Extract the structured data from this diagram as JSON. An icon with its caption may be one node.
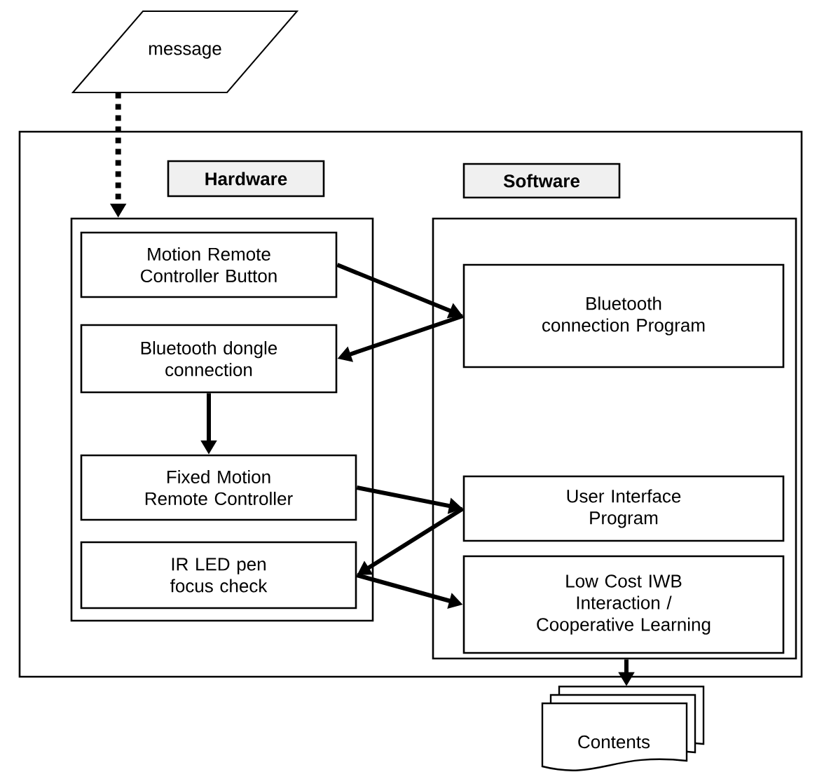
{
  "diagram": {
    "nodes": [
      {
        "text": [
          "message"
        ]
      },
      {
        "text": [],
        "shape": "box"
      },
      {
        "text": [
          "Hardware"
        ],
        "in": 1
      },
      {
        "text": [
          "Software"
        ],
        "in": 1
      },
      {
        "text": [],
        "shape": "box",
        "in": 1
      },
      {
        "text": [
          "Motion Remote Controller Button"
        ],
        "in": 4
      },
      {
        "text": [
          "Bluetooth dongle connection"
        ],
        "in": 4
      },
      {
        "text": [
          "Fixed Motion Remote Controller"
        ],
        "in": 4
      },
      {
        "text": [
          "IR LED pen focus check"
        ],
        "in": 4
      },
      {
        "text": [],
        "shape": "box",
        "in": 1
      },
      {
        "text": [
          "Bluetooth connection Program"
        ],
        "in": 9
      },
      {
        "text": [
          "User Interface Program"
        ],
        "in": 9
      },
      {
        "text": [
          "Low Cost IWB Interaction / Cooperative Learning"
        ],
        "in": 9
      },
      {
        "text": [
          "Contents"
        ]
      }
    ],
    "edges": [
      {
        "from": 0,
        "to": 4,
        "arrow": "to",
        "style": "dashed"
      },
      {
        "from": 5,
        "to": 10,
        "arrow": "to"
      },
      {
        "from": 10,
        "to": 6,
        "arrow": "to"
      },
      {
        "from": 6,
        "to": 7,
        "arrow": "to"
      },
      {
        "from": 7,
        "to": 11,
        "arrow": "to"
      },
      {
        "from": 11,
        "to": 8,
        "arrow": "to"
      },
      {
        "from": 8,
        "to": 12,
        "arrow": "to"
      },
      {
        "from": 9,
        "to": 13,
        "arrow": "to"
      }
    ]
  }
}
